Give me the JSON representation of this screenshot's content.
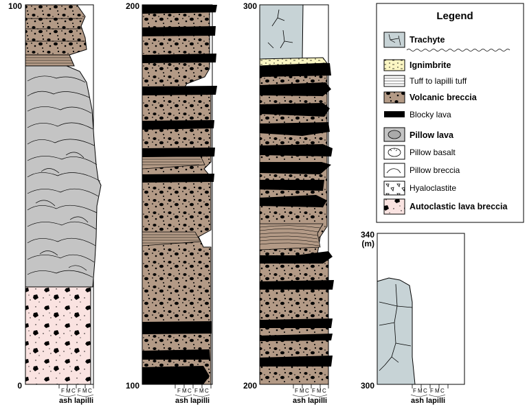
{
  "columns": [
    {
      "id": "col1",
      "top_label": "100",
      "bottom_label": "0",
      "unit_label": ""
    },
    {
      "id": "col2",
      "top_label": "200",
      "bottom_label": "100",
      "unit_label": ""
    },
    {
      "id": "col3",
      "top_label": "300",
      "bottom_label": "200",
      "unit_label": ""
    },
    {
      "id": "col4",
      "top_label": "340",
      "bottom_label": "300",
      "unit_label": "(m)"
    }
  ],
  "grain_scale": {
    "ash_letters": [
      "F",
      "M",
      "C"
    ],
    "lapilli_letters": [
      "F",
      "M",
      "C"
    ],
    "ash_label": "ash",
    "lapilli_label": "lapilli"
  },
  "legend": {
    "title": "Legend",
    "items": [
      {
        "key": "trachyte",
        "label": "Trachyte",
        "bold": true
      },
      {
        "key": "ignimbrite",
        "label": "Ignimbrite",
        "bold": true
      },
      {
        "key": "tuff",
        "label": "Tuff to lapilli tuff",
        "bold": false
      },
      {
        "key": "breccia",
        "label": "Volcanic breccia",
        "bold": true
      },
      {
        "key": "blocky",
        "label": "Blocky lava",
        "bold": false
      },
      {
        "key": "pillow",
        "label": "Pillow lava",
        "bold": true
      },
      {
        "key": "pillowbasalt",
        "label": "Pillow basalt",
        "bold": false
      },
      {
        "key": "pillowbreccia",
        "label": "Pillow breccia",
        "bold": false
      },
      {
        "key": "hyalo",
        "label": "Hyaloclastite",
        "bold": false
      },
      {
        "key": "autoclastic",
        "label": "Autoclastic lava breccia",
        "bold": true
      }
    ]
  },
  "colors": {
    "breccia": "#b39a86",
    "pillow": "#c4c4c4",
    "autoclastic": "#fae3e1",
    "trachyte": "#c7d3d6",
    "ignimbrite": "#fbf6c3",
    "blocky": "#000000"
  }
}
